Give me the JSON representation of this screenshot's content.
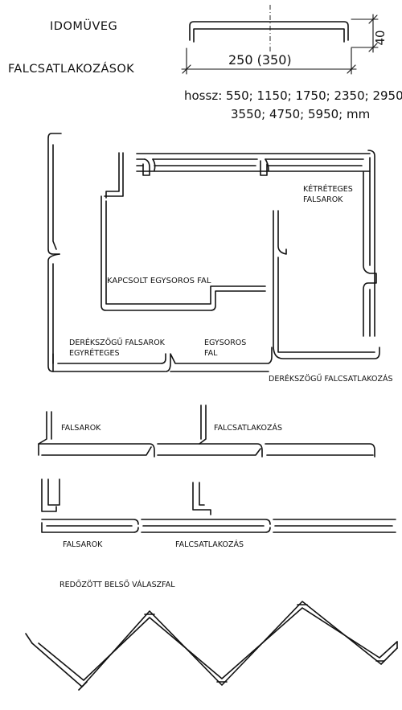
{
  "header": {
    "title": "IDOMÜVEG",
    "subtitle": "FALCSATLAKOZÁSOK"
  },
  "profile": {
    "width": "250 (350)",
    "height": "40",
    "lengths_line1": "hossz: 550; 1150; 1750; 2350; 2950",
    "lengths_line2": "3550; 4750; 5950; mm"
  },
  "labels": {
    "ketreteges_1": "KÉTRÉTEGES",
    "ketreteges_2": "FALSAROK",
    "kapcsolt": "KAPCSOLT EGYSOROS FAL",
    "derekszogu_falsarok_1": "DERÉKSZÖGŰ FALSAROK",
    "derekszogu_falsarok_2": "EGYRÉTEGES",
    "egysoros_1": "EGYSOROS",
    "egysoros_2": "FAL",
    "derekszogu_falcs": "DERÉKSZÖGŰ FALCSATLAKOZÁS",
    "falsarok_a": "FALSAROK",
    "falcsatlakozas_a": "FALCSATLAKOZÁS",
    "falsarok_b": "FALSAROK",
    "falcsatlakozas_b": "FALCSATLAKOZÁS",
    "redozott": "REDŐZÖTT BELSŐ VÁLASZFAL"
  }
}
